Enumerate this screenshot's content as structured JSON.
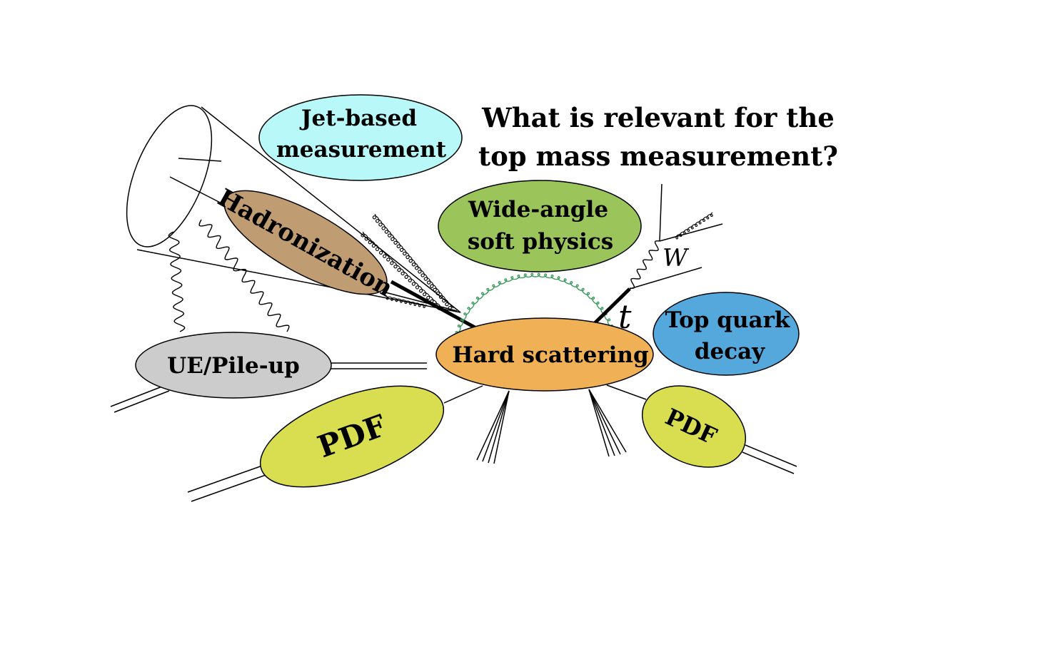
{
  "title": {
    "line1": "What is relevant for the",
    "line2": "top mass measurement?"
  },
  "nodes": {
    "jet_based": {
      "line1": "Jet-based",
      "line2": "measurement",
      "color": "#b9f8f8"
    },
    "wide_angle": {
      "line1": "Wide-angle",
      "line2": "soft physics",
      "color": "#9bc55a"
    },
    "hadronization": {
      "label": "Hadronization",
      "color": "#c09c72"
    },
    "hard_scattering": {
      "label": "Hard scattering",
      "color": "#f0b055"
    },
    "top_quark_decay": {
      "line1": "Top quark",
      "line2": "decay",
      "color": "#55a8dc"
    },
    "ue_pileup": {
      "label": "UE/Pile-up",
      "color": "#cccccc"
    },
    "pdf_left": {
      "label": "PDF",
      "color": "#d9de50"
    },
    "pdf_right": {
      "label": "PDF",
      "color": "#d9de50"
    }
  },
  "particles": {
    "top": "t",
    "w_boson": "W"
  },
  "colors": {
    "soft_gluon": "#3a9a5a",
    "line": "#000000"
  }
}
